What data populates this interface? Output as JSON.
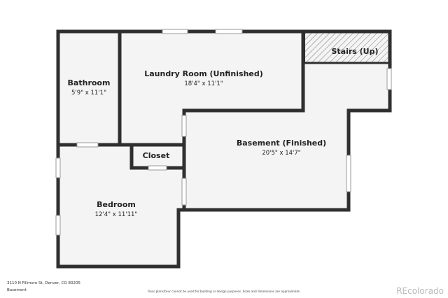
{
  "rooms": {
    "bathroom": {
      "name": "Bathroom",
      "dims": "5'9\" x 11'1\""
    },
    "laundry": {
      "name": "Laundry Room (Unfinished)",
      "dims": "18'4\" x 11'1\""
    },
    "stairs": {
      "name": "Stairs (Up)"
    },
    "closet": {
      "name": "Closet"
    },
    "basement": {
      "name": "Basement (Finished)",
      "dims": "20'5\" x 14'7\""
    },
    "bedroom": {
      "name": "Bedroom",
      "dims": "12'4\" x 11'11\""
    }
  },
  "footer": {
    "address": "3110 N Fillmore St, Denver, CO 80205",
    "level": "Basement",
    "disclaimer": "Floor plans/tour cannot be used for building or design purposes. Sizes and dimensions are approximate.",
    "brand": "REcolorado"
  },
  "colors": {
    "wall": "#2f2f2f",
    "floor": "#f4f4f4",
    "window": "#ffffff"
  }
}
